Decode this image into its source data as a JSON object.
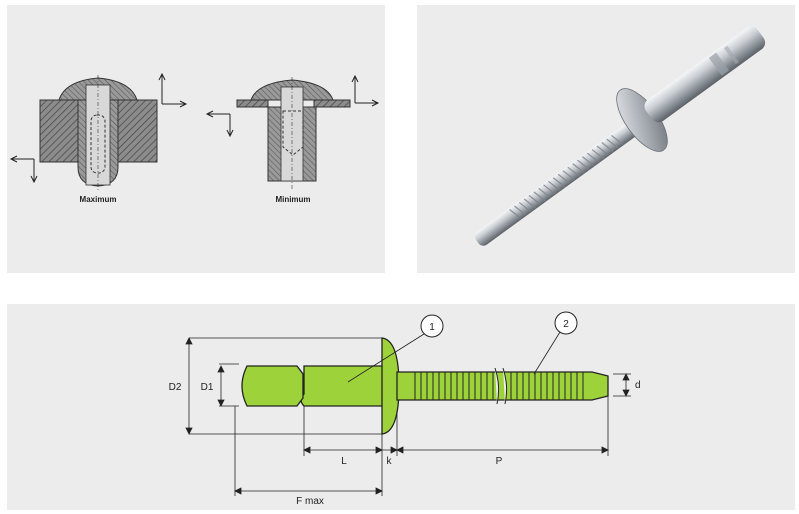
{
  "captions": {
    "maximum": "Maximum",
    "minimum": "Minimum"
  },
  "dimensions": {
    "d2": "D2",
    "d1": "D1",
    "l": "L",
    "k": "k",
    "p": "P",
    "f_max": "F max",
    "d": "d"
  },
  "callouts": {
    "one": "1",
    "two": "2"
  },
  "colors": {
    "panel": "#ececec",
    "rivet_body": "#9ed23a",
    "hatch": "#555555",
    "line": "#222222"
  }
}
